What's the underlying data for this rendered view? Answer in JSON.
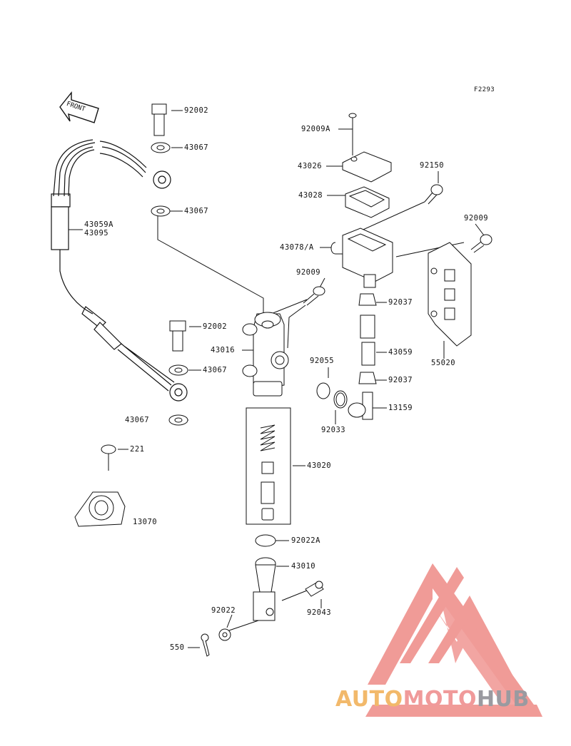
{
  "figure_code": "F2293",
  "front_label": "FRONT",
  "watermark": {
    "part1": "AUTO",
    "part2": "MOTO",
    "part3": "HUB"
  },
  "labels": {
    "p92002a": "92002",
    "p43067a": "43067",
    "p43067b": "43067",
    "p43059a": "43059A",
    "p43095": "43095",
    "p92002b": "92002",
    "p43067c": "43067",
    "p43067d": "43067",
    "p221": "221",
    "p13070": "13070",
    "p92009a": "92009A",
    "p43026": "43026",
    "p43028": "43028",
    "p43078": "43078/A",
    "p92150": "92150",
    "p92009": "92009",
    "p92009b": "92009",
    "p43016": "43016",
    "p92037a": "92037",
    "p43059": "43059",
    "p92037b": "92037",
    "p55020": "55020",
    "p92055": "92055",
    "p13159": "13159",
    "p92033": "92033",
    "p43020": "43020",
    "p92022a": "92022A",
    "p43010": "43010",
    "p92022": "92022",
    "p92043": "92043",
    "p550": "550"
  },
  "colors": {
    "line": "#111111",
    "watermark_red": "#ee8a86",
    "logo_orange": "#f2b96b",
    "logo_pink": "#f09a9a",
    "logo_gray": "#9a9aa0"
  }
}
